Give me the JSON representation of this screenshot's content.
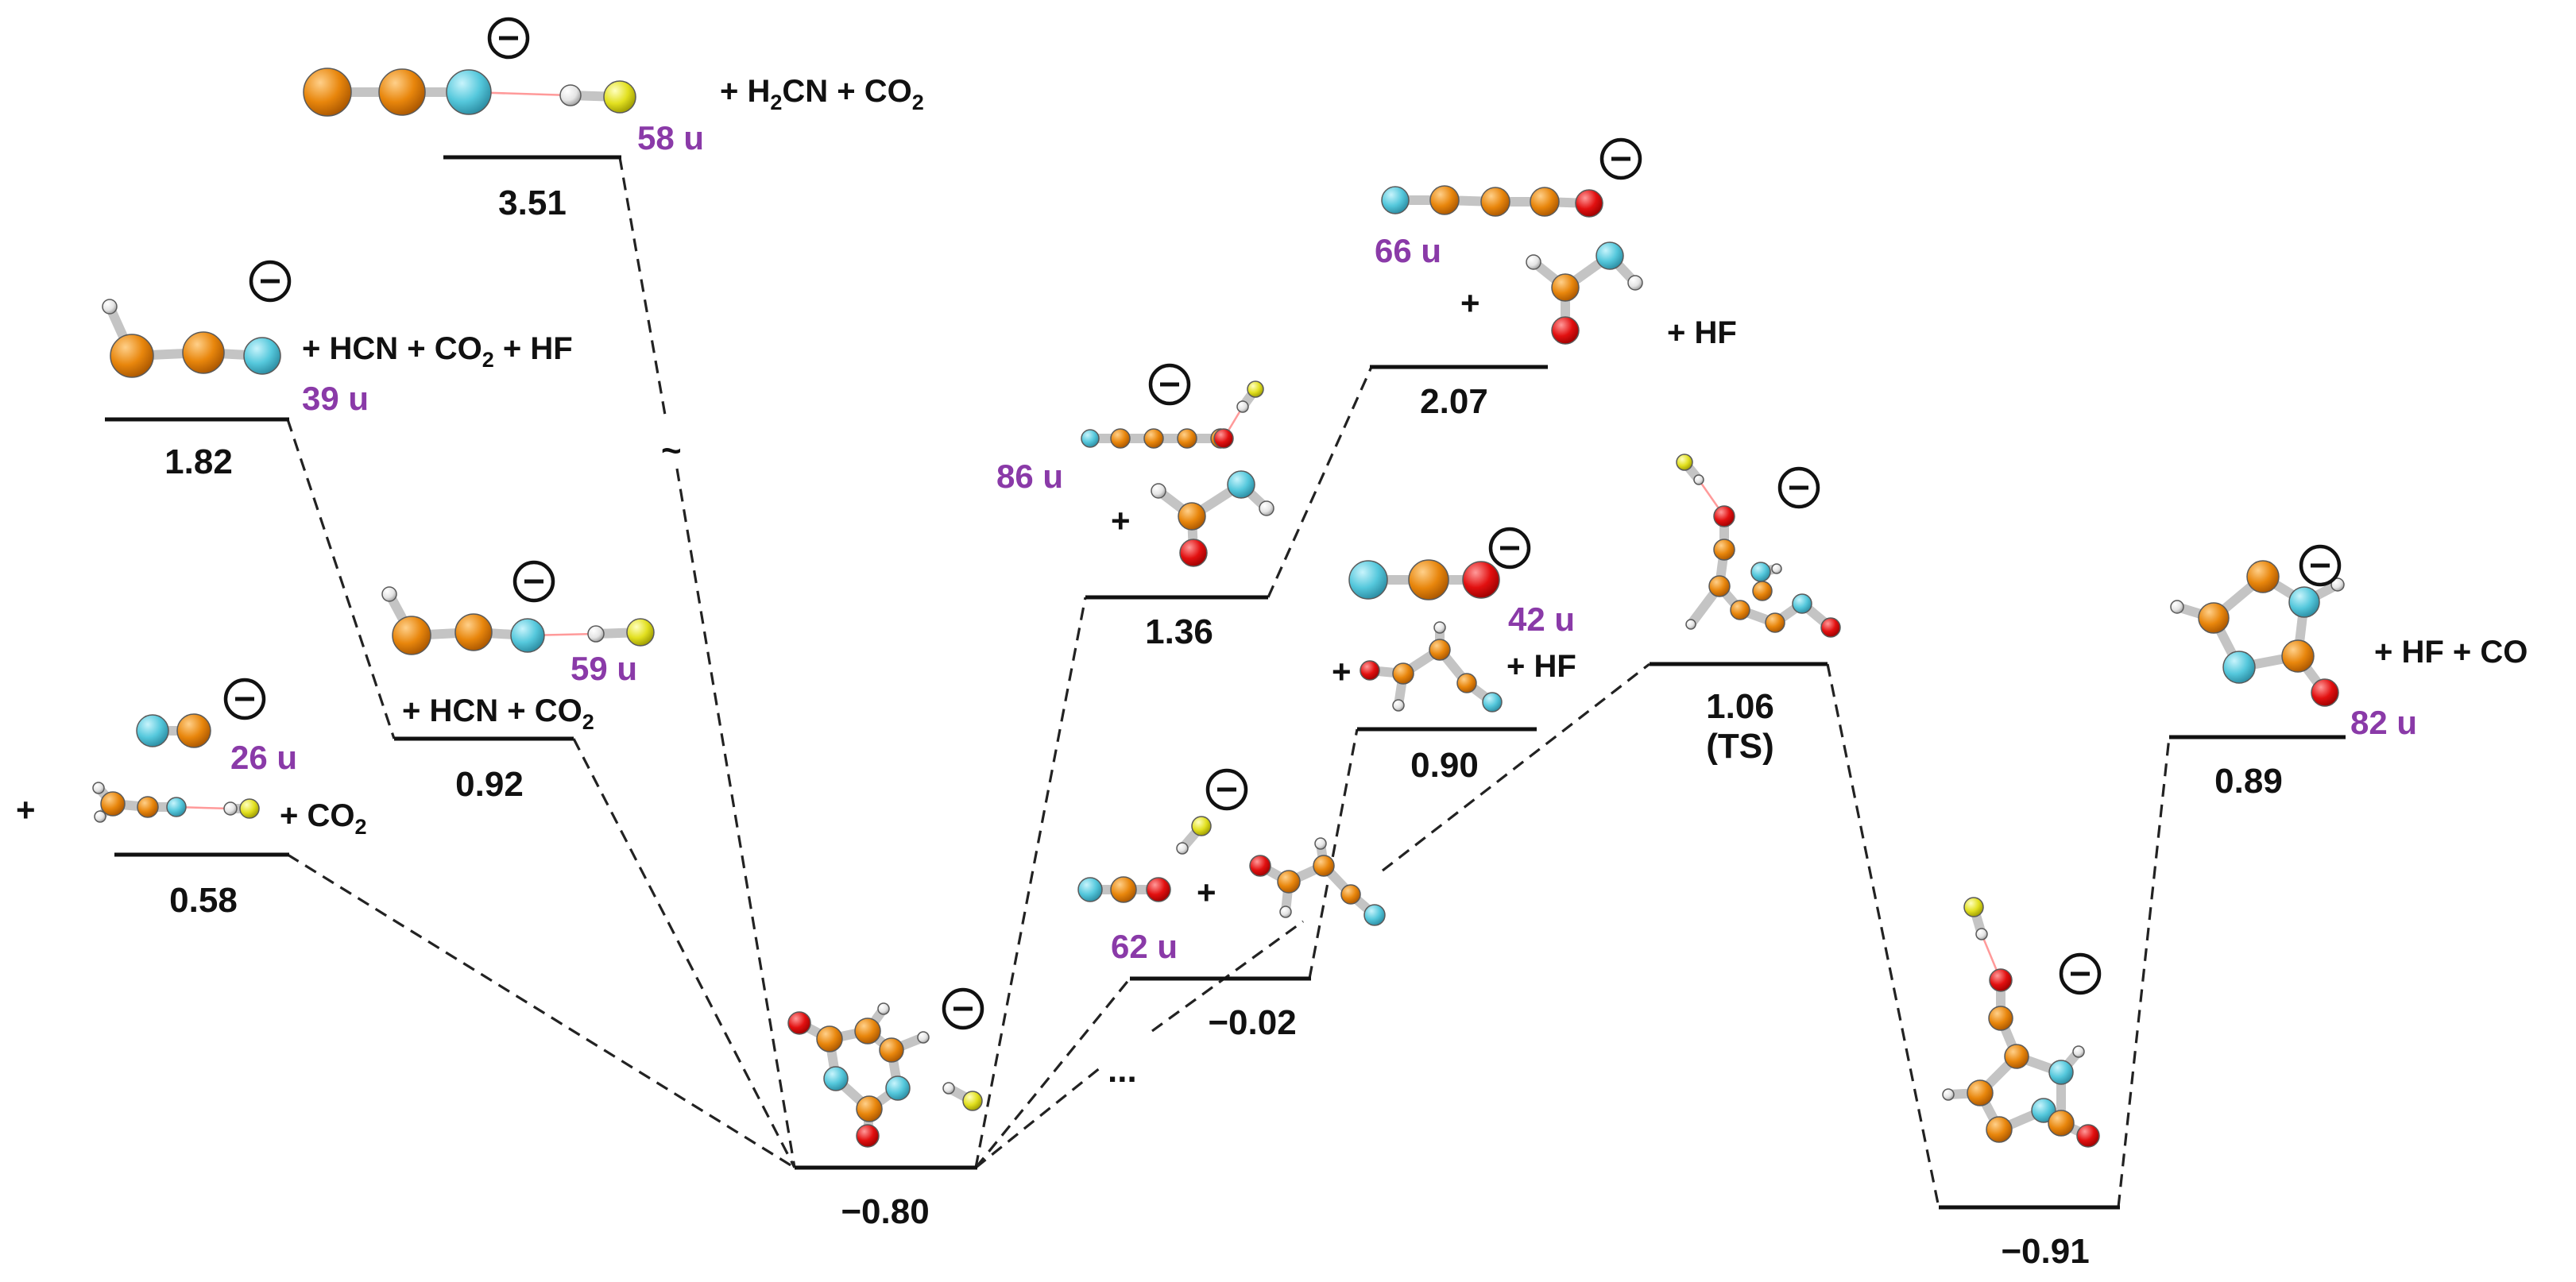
{
  "diagram": {
    "levels": [
      {
        "id": "l058",
        "value": "0.58"
      },
      {
        "id": "l182",
        "value": "1.82"
      },
      {
        "id": "l092",
        "value": "0.92"
      },
      {
        "id": "l351",
        "value": "3.51"
      },
      {
        "id": "lmin080",
        "value": "−0.80"
      },
      {
        "id": "l136",
        "value": "1.36"
      },
      {
        "id": "l207",
        "value": "2.07"
      },
      {
        "id": "lmin002",
        "value": "−0.02"
      },
      {
        "id": "l090",
        "value": "0.90"
      },
      {
        "id": "l106",
        "value": "1.06"
      },
      {
        "id": "lmin091",
        "value": "−0.91"
      },
      {
        "id": "l089",
        "value": "0.89"
      }
    ],
    "masses": [
      {
        "id": "m26",
        "label": "26 u"
      },
      {
        "id": "m39",
        "label": "39 u"
      },
      {
        "id": "m59",
        "label": "59 u"
      },
      {
        "id": "m58",
        "label": "58 u"
      },
      {
        "id": "m86",
        "label": "86 u"
      },
      {
        "id": "m66",
        "label": "66 u"
      },
      {
        "id": "m42",
        "label": "42 u"
      },
      {
        "id": "m62",
        "label": "62 u"
      },
      {
        "id": "m82",
        "label": "82 u"
      }
    ],
    "fragments": {
      "co2_058": "+ CO",
      "co2_058_sub": "2",
      "hcn_co2_hf_a": "+ HCN + CO",
      "hcn_co2_hf_sub": "2",
      "hcn_co2_hf_b": " + HF",
      "hcn_co2_a": "+ HCN + CO",
      "hcn_co2_sub": "2",
      "h2cn_a": "+ H",
      "h2cn_sub1": "2",
      "h2cn_b": "CN + CO",
      "h2cn_sub2": "2",
      "hf_207": "+ HF",
      "hf_090": "+ HF",
      "hf_co": "+ HF + CO"
    },
    "plus": "+",
    "ts_label": "(TS)",
    "tilde": "~",
    "ellipsis": "..."
  },
  "colors": {
    "carbon": "#e8860c",
    "nitrogen": "#55c8dc",
    "oxygen": "#e21010",
    "fluorine": "#e2e020",
    "hydrogen": "#e8e8e8",
    "mass_label": "#8a3aa8"
  }
}
